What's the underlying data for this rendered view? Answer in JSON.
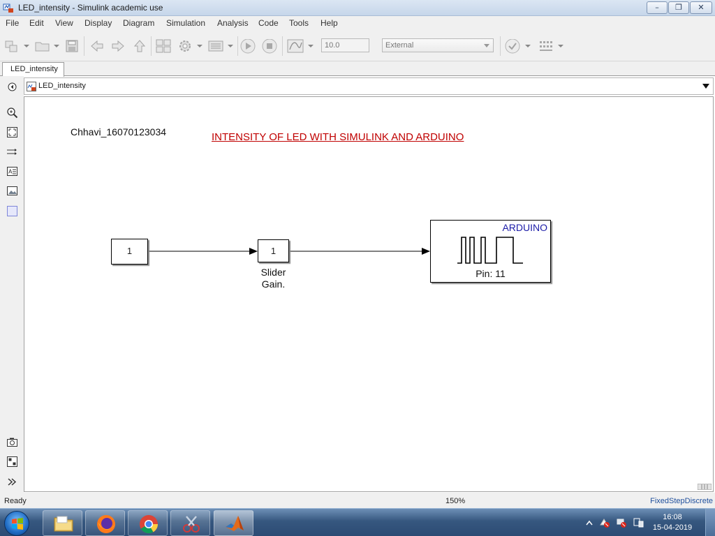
{
  "window": {
    "title": "LED_intensity - Simulink academic use",
    "controls": {
      "minimize": "–",
      "maximize": "❐",
      "close": "✕"
    }
  },
  "menu": [
    "File",
    "Edit",
    "View",
    "Display",
    "Diagram",
    "Simulation",
    "Analysis",
    "Code",
    "Tools",
    "Help"
  ],
  "toolbar": {
    "stop_time": "10.0",
    "mode": "External"
  },
  "tabs": [
    {
      "label": "LED_intensity",
      "active": true
    }
  ],
  "address": {
    "crumb": "LED_intensity"
  },
  "canvas": {
    "author_annotation": "Chhavi_16070123034",
    "title_annotation": "INTENSITY OF LED WITH SIMULINK AND ARDUINO",
    "title_color": "#c00000",
    "blocks": {
      "constant": {
        "value": "1"
      },
      "gain": {
        "value": "1",
        "label": "Slider Gain."
      },
      "arduino": {
        "header": "ARDUINO",
        "pin_label": "Pin: 11",
        "header_color": "#1c1ca8"
      }
    }
  },
  "status": {
    "state": "Ready",
    "zoom": "150%",
    "solver": "FixedStepDiscrete",
    "solver_color": "#1f4f9c"
  },
  "taskbar": {
    "apps": [
      "file-explorer",
      "firefox",
      "chrome",
      "snipping-tool",
      "matlab"
    ],
    "active_app": "matlab",
    "clock": {
      "time": "16:08",
      "date": "15-04-2019"
    }
  }
}
